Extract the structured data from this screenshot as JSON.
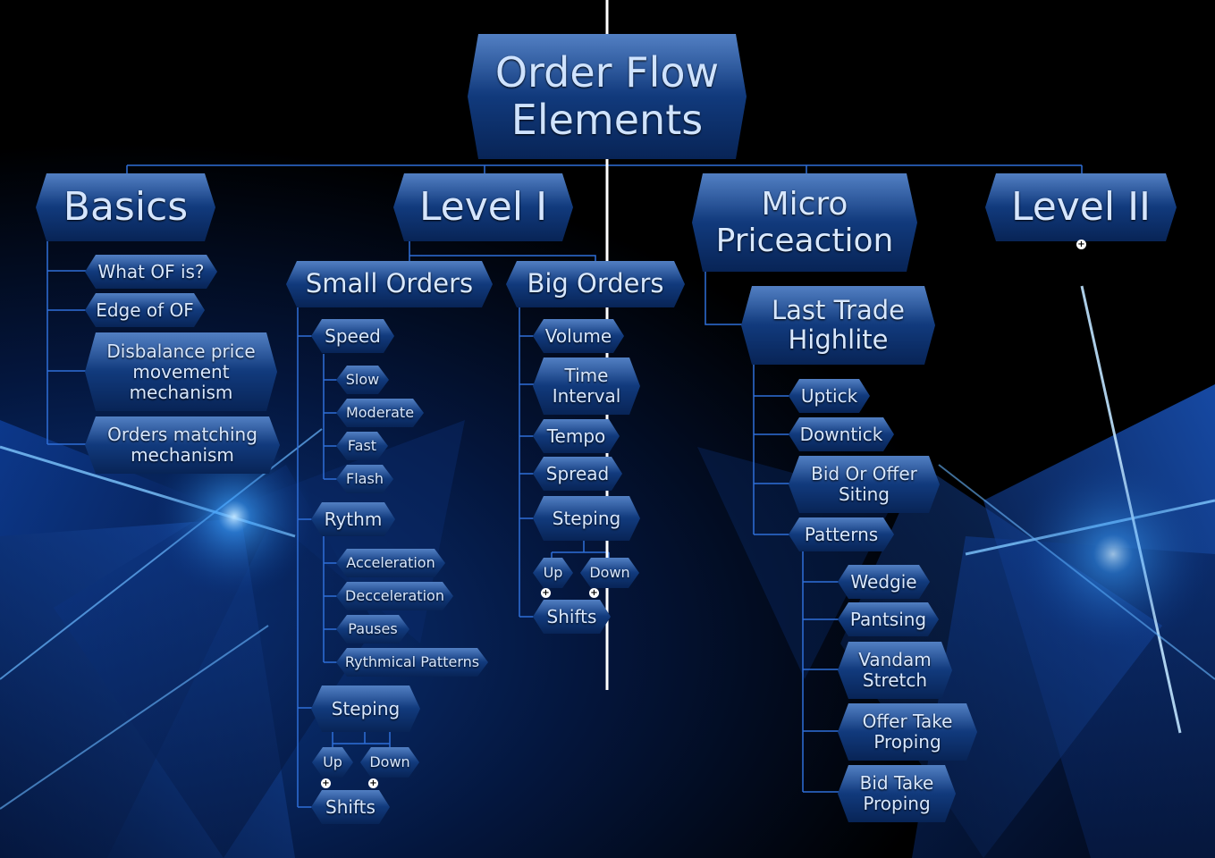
{
  "colors": {
    "connector": "#2f6fd8",
    "node_top": "#2c63b5",
    "node_bottom": "#082456",
    "text": "#d8e8ff",
    "divider": "#ffffff"
  },
  "root": {
    "label": "Order Flow\nElements"
  },
  "basics": {
    "label": "Basics",
    "items": [
      "What OF is?",
      "Edge of OF",
      "Disbalance price\nmovement\nmechanism",
      "Orders matching\nmechanism"
    ]
  },
  "level1": {
    "label": "Level I",
    "small_orders": {
      "label": "Small Orders",
      "speed": {
        "label": "Speed",
        "items": [
          "Slow",
          "Moderate",
          "Fast",
          "Flash"
        ]
      },
      "rythm": {
        "label": "Rythm",
        "items": [
          "Acceleration",
          "Decceleration",
          "Pauses",
          "Rythmical Patterns"
        ]
      },
      "steping": {
        "label": "Steping",
        "up": "Up",
        "down": "Down"
      },
      "shifts": "Shifts"
    },
    "big_orders": {
      "label": "Big Orders",
      "volume": "Volume",
      "time_interval": "Time\nInterval",
      "tempo": "Tempo",
      "spread": "Spread",
      "steping": {
        "label": "Steping",
        "up": "Up",
        "down": "Down"
      },
      "shifts": "Shifts"
    }
  },
  "micro": {
    "label": "Micro\nPriceaction",
    "last_trade": {
      "label": "Last Trade\nHighlite",
      "items": [
        "Uptick",
        "Downtick",
        "Bid Or Offer\nSiting"
      ],
      "patterns": {
        "label": "Patterns",
        "items": [
          "Wedgie",
          "Pantsing",
          "Vandam\nStretch",
          "Offer Take\nProping",
          "Bid Take\nProping"
        ]
      }
    }
  },
  "level2": {
    "label": "Level II",
    "collapsed_indicator": "+"
  }
}
